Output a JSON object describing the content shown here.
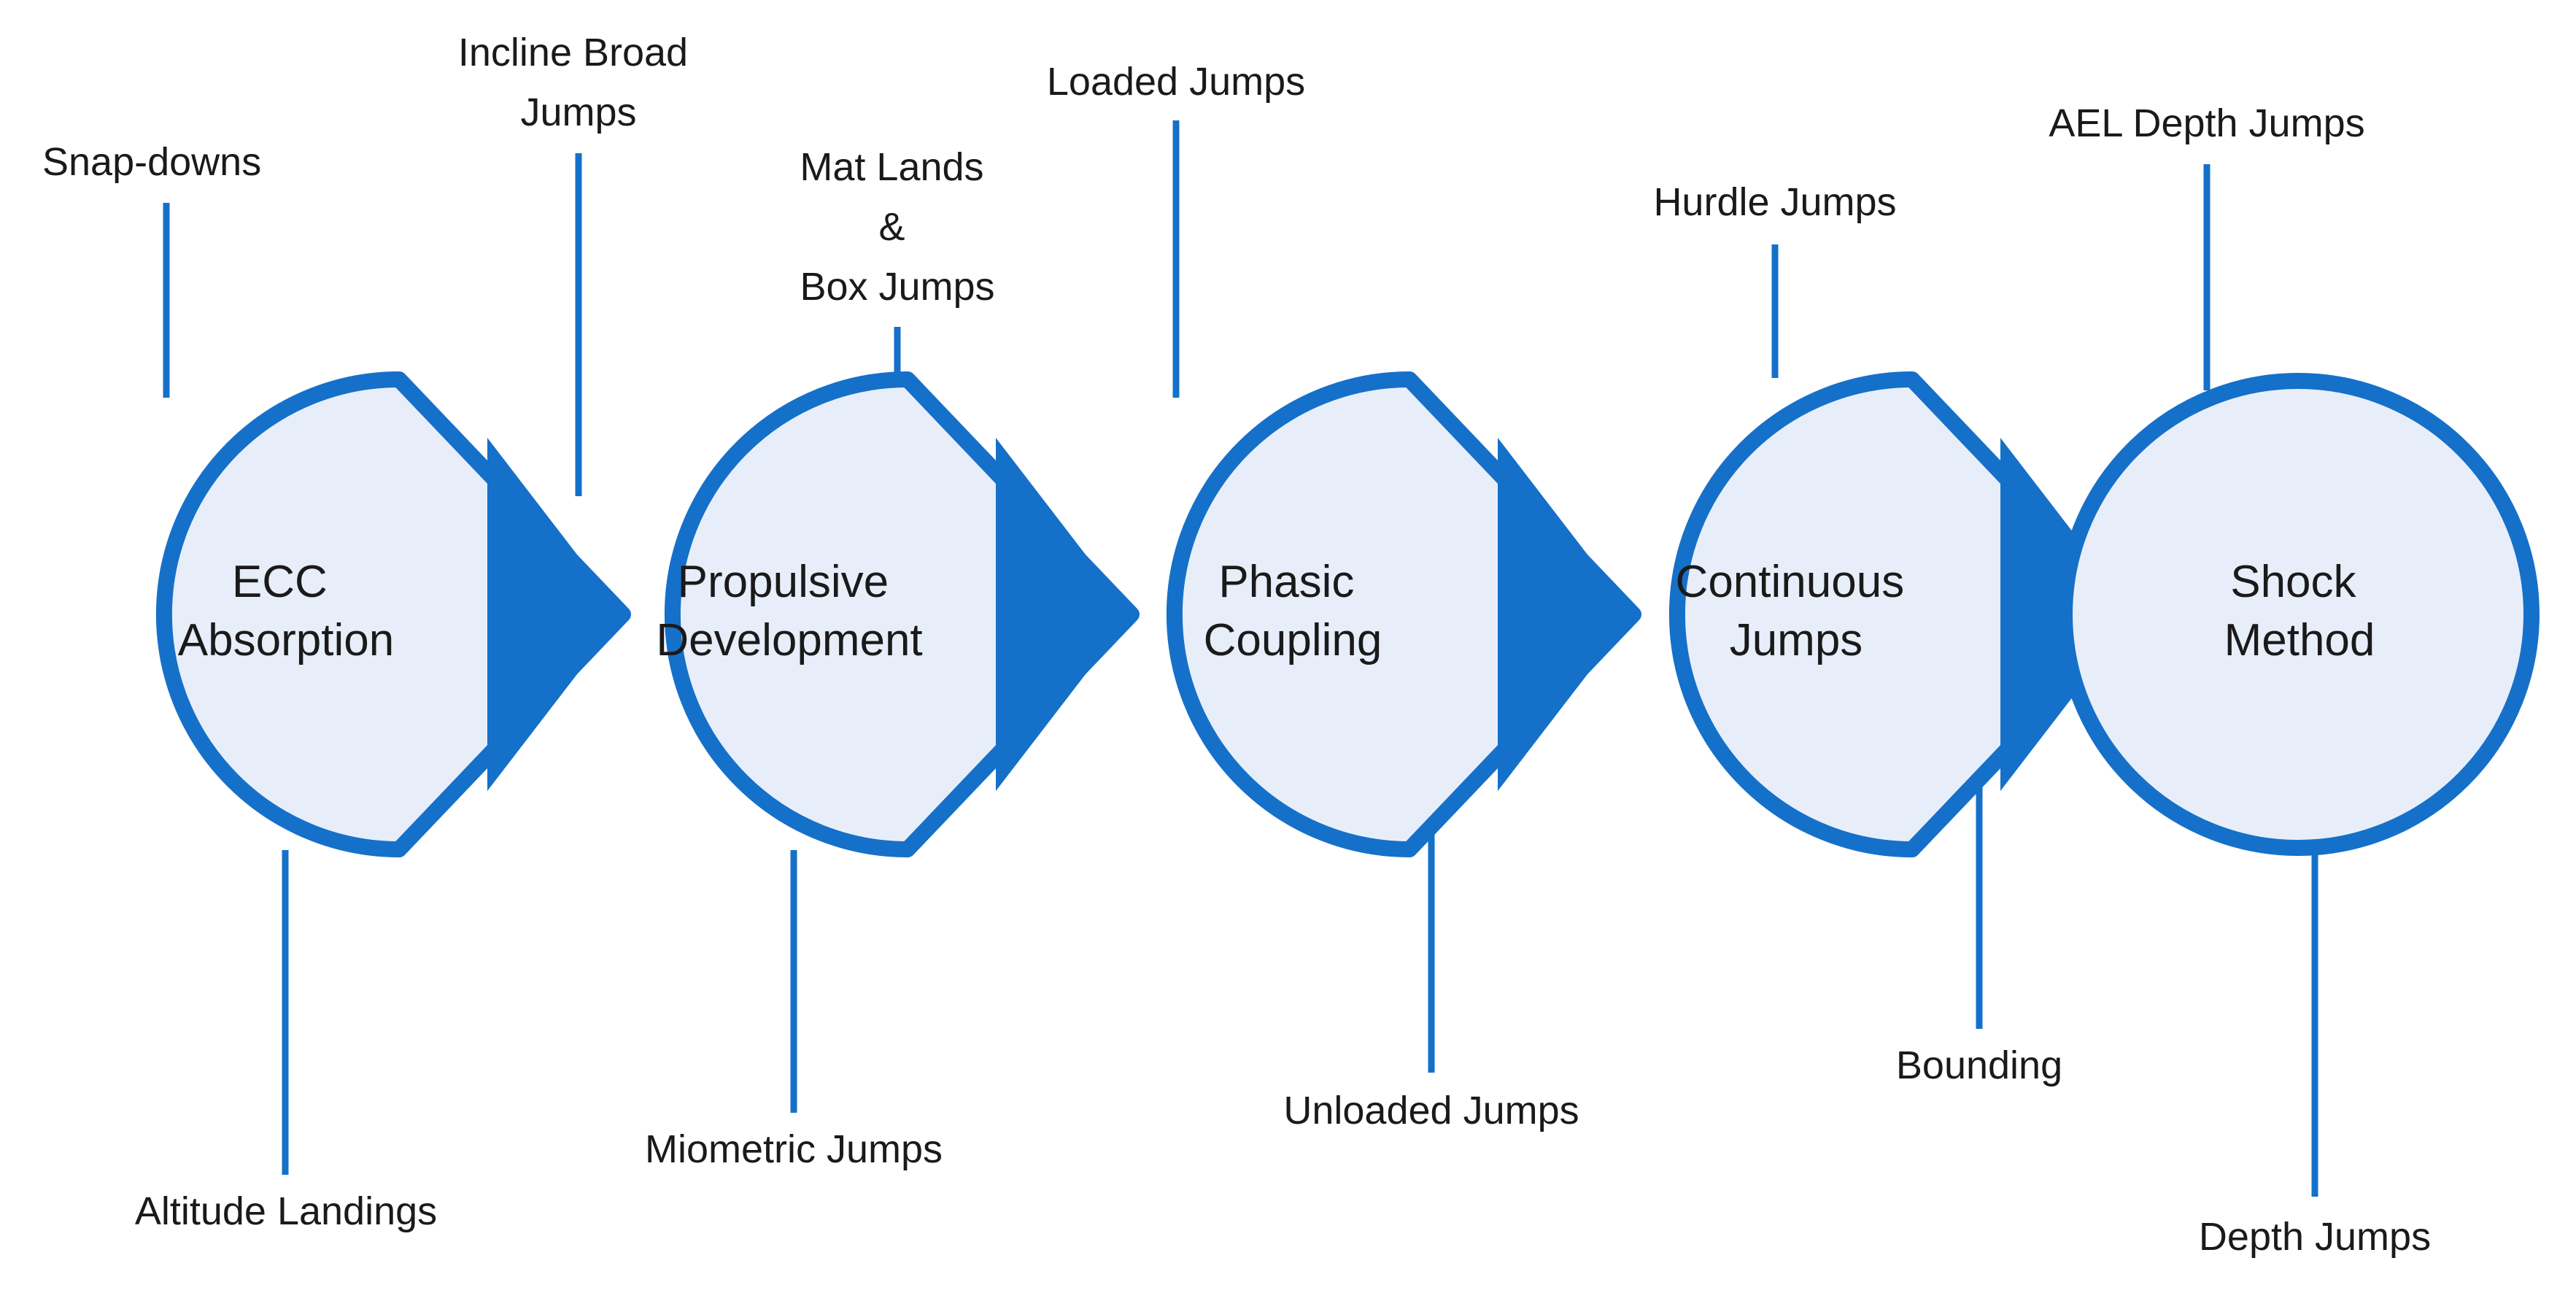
{
  "colors": {
    "ring": "#1570C9",
    "fill": "#E8EEF9",
    "line": "#1570C9",
    "text": "#1a1a1a"
  },
  "stages": [
    {
      "lines": [
        "ECC",
        "Absorption"
      ]
    },
    {
      "lines": [
        "Propulsive",
        "Development"
      ]
    },
    {
      "lines": [
        "Phasic",
        "Coupling"
      ]
    },
    {
      "lines": [
        "Continuous",
        "Jumps"
      ]
    },
    {
      "lines": [
        "Shock",
        "Method"
      ]
    }
  ],
  "exercises": [
    {
      "id": "snap-downs",
      "lines": [
        "Snap-downs"
      ]
    },
    {
      "id": "altitude-landings",
      "lines": [
        "Altitude Landings"
      ]
    },
    {
      "id": "incline-broad-jumps",
      "lines": [
        "Incline Broad",
        "Jumps"
      ]
    },
    {
      "id": "mat-lands-box-jumps",
      "lines": [
        "Mat Lands",
        "&",
        "Box Jumps"
      ]
    },
    {
      "id": "miometric-jumps",
      "lines": [
        "Miometric Jumps"
      ]
    },
    {
      "id": "loaded-jumps",
      "lines": [
        "Loaded Jumps"
      ]
    },
    {
      "id": "unloaded-jumps",
      "lines": [
        "Unloaded Jumps"
      ]
    },
    {
      "id": "hurdle-jumps",
      "lines": [
        "Hurdle Jumps"
      ]
    },
    {
      "id": "bounding",
      "lines": [
        "Bounding"
      ]
    },
    {
      "id": "ael-depth-jumps",
      "lines": [
        "AEL Depth Jumps"
      ]
    },
    {
      "id": "depth-jumps",
      "lines": [
        "Depth Jumps"
      ]
    }
  ]
}
